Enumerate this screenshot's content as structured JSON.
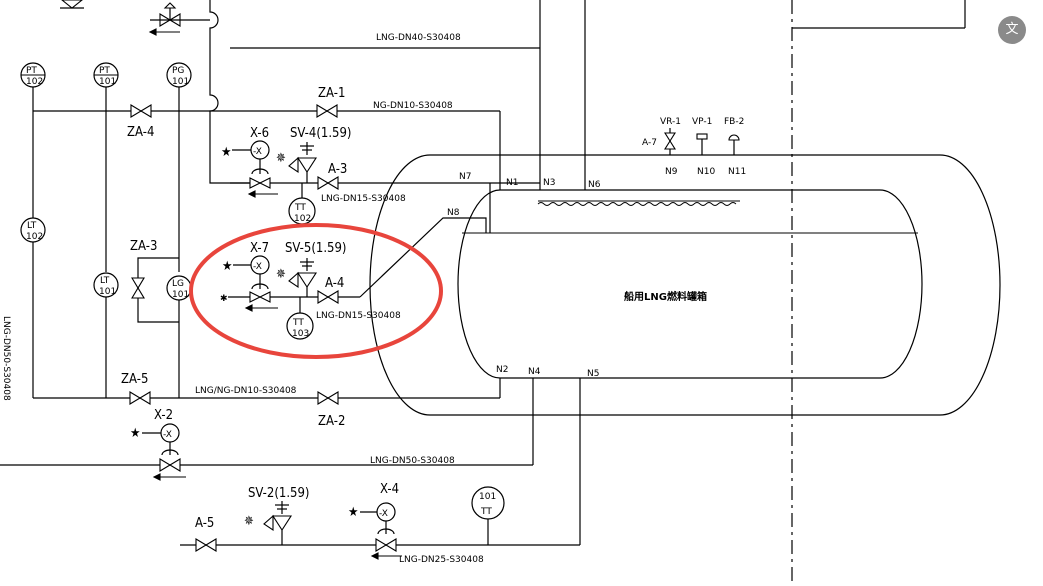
{
  "tank": {
    "label": "船用LNG燃料罐箱"
  },
  "pipes": {
    "top": "LNG-DN40-S30408",
    "ng_dn10": "NG-DN10-S30408",
    "dn15_upper": "LNG-DN15-S30408",
    "dn15_lower": "LNG-DN15-S30408",
    "lng_ng_dn10": "LNG/NG-DN10-S30408",
    "dn50": "LNG-DN50-S30408",
    "dn25": "LNG-DN25-S30408",
    "left_vertical": "LNG-DN50-S30408"
  },
  "nozzles": [
    "N7",
    "N1",
    "N3",
    "N6",
    "N8",
    "N2",
    "N4",
    "N5",
    "N9",
    "N10",
    "N11"
  ],
  "instruments": {
    "pt102": {
      "top": "PT",
      "bottom": "102"
    },
    "pt101": {
      "top": "PT",
      "bottom": "101"
    },
    "pg101": {
      "top": "PG",
      "bottom": "101"
    },
    "lt102": {
      "top": "LT",
      "bottom": "102"
    },
    "lt101": {
      "top": "LT",
      "bottom": "101"
    },
    "lg101": {
      "top": "LG",
      "bottom": "101"
    },
    "tt102": {
      "top": "TT",
      "bottom": "102"
    },
    "tt103": {
      "top": "TT",
      "bottom": "103"
    },
    "tt101": {
      "top": "101",
      "bottom": "TT"
    }
  },
  "valves": {
    "za1": "ZA-1",
    "za2": "ZA-2",
    "za3": "ZA-3",
    "za4": "ZA-4",
    "za5": "ZA-5",
    "a3": "A-3",
    "a4": "A-4",
    "a5": "A-5",
    "a7": "A-7",
    "x2": "X-2",
    "x4": "X-4",
    "x6": "X-6",
    "x7": "X-7",
    "sv2": "SV-2(1.59)",
    "sv4": "SV-4(1.59)",
    "sv5": "SV-5(1.59)",
    "vr1": "VR-1",
    "vp1": "VP-1",
    "fb2": "FB-2",
    "x_mark": "-X"
  },
  "toolbar": {
    "translate_label": "文"
  }
}
